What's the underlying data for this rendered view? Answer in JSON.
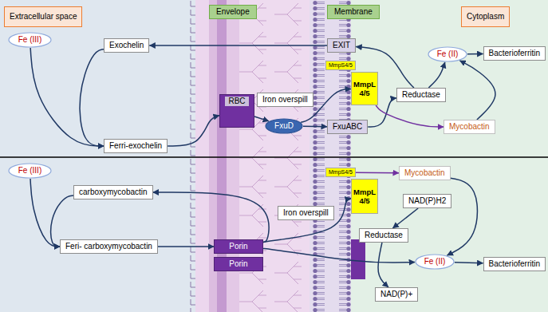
{
  "diagram": {
    "nodes": [
      {
        "text": [
          "Extracellular space"
        ]
      },
      {
        "text": [
          "Envelope"
        ]
      },
      {
        "text": [
          "Membrane"
        ]
      },
      {
        "text": [
          "Cytoplasm"
        ]
      },
      {
        "text": [
          "Fe (III)"
        ]
      },
      {
        "text": [
          "Exochelin"
        ]
      },
      {
        "text": [
          "Ferri-exochelin"
        ]
      },
      {
        "text": [
          "RBC"
        ]
      },
      {
        "text": [
          "Iron overspill"
        ]
      },
      {
        "text": [
          "FxuD"
        ]
      },
      {
        "text": [
          "EXIT"
        ]
      },
      {
        "text": [
          "MmpS4/5"
        ]
      },
      {
        "text": [
          "MmpL 4/5"
        ]
      },
      {
        "text": [
          "FxuABC"
        ]
      },
      {
        "text": [
          "Fe (II)"
        ]
      },
      {
        "text": [
          "Bacterioferritin"
        ]
      },
      {
        "text": [
          "Reductase"
        ]
      },
      {
        "text": [
          "Mycobactin"
        ]
      },
      {
        "text": [
          "Fe (III)"
        ]
      },
      {
        "text": [
          "carboxymycobactin"
        ]
      },
      {
        "text": [
          "Feri- carboxymycobactin"
        ]
      },
      {
        "text": [
          "Porin"
        ]
      },
      {
        "text": [
          "Porin"
        ]
      },
      {
        "text": [
          "Iron overspill"
        ]
      },
      {
        "text": [
          "MmpS4/5"
        ]
      },
      {
        "text": [
          "MmpL 4/5"
        ]
      },
      {
        "text": [
          "Mycobactin"
        ]
      },
      {
        "text": [
          "NAD(P)H2"
        ]
      },
      {
        "text": [
          "Reductase"
        ]
      },
      {
        "text": [
          "Fe (II)"
        ]
      },
      {
        "text": [
          "Bacterioferritin"
        ]
      },
      {
        "text": [
          "NAD(P)+"
        ]
      }
    ],
    "edges": [
      {
        "from": 4,
        "to": 6,
        "arrow": "to"
      },
      {
        "from": 5,
        "to": 6,
        "arrow": "to"
      },
      {
        "from": 10,
        "to": 5,
        "arrow": "to"
      },
      {
        "from": 6,
        "to": 7,
        "arrow": "to"
      },
      {
        "from": 7,
        "to": 9,
        "arrow": "to"
      },
      {
        "from": 9,
        "to": 13,
        "arrow": "to"
      },
      {
        "from": 9,
        "to": 12,
        "arrow": "to"
      },
      {
        "from": 13,
        "to": 16,
        "arrow": "to"
      },
      {
        "from": 16,
        "to": 14,
        "arrow": "to"
      },
      {
        "from": 16,
        "to": 10,
        "arrow": "to"
      },
      {
        "from": 12,
        "to": 17,
        "arrow": "to"
      },
      {
        "from": 17,
        "to": 14,
        "arrow": "to"
      },
      {
        "from": 14,
        "to": 15,
        "arrow": "to"
      },
      {
        "from": 18,
        "to": 20,
        "arrow": "to"
      },
      {
        "from": 19,
        "to": 20,
        "arrow": "to"
      },
      {
        "from": 20,
        "to": 21,
        "arrow": "to"
      },
      {
        "from": 21,
        "to": 19,
        "arrow": "to"
      },
      {
        "from": 21,
        "to": 25,
        "arrow": "to"
      },
      {
        "from": 21,
        "to": 29,
        "arrow": "to"
      },
      {
        "from": 24,
        "to": 26,
        "arrow": "to"
      },
      {
        "from": 26,
        "to": 29,
        "arrow": "to"
      },
      {
        "from": 27,
        "to": 28,
        "arrow": "to"
      },
      {
        "from": 28,
        "to": 31,
        "arrow": "to"
      },
      {
        "from": 29,
        "to": 30,
        "arrow": "to"
      }
    ]
  }
}
